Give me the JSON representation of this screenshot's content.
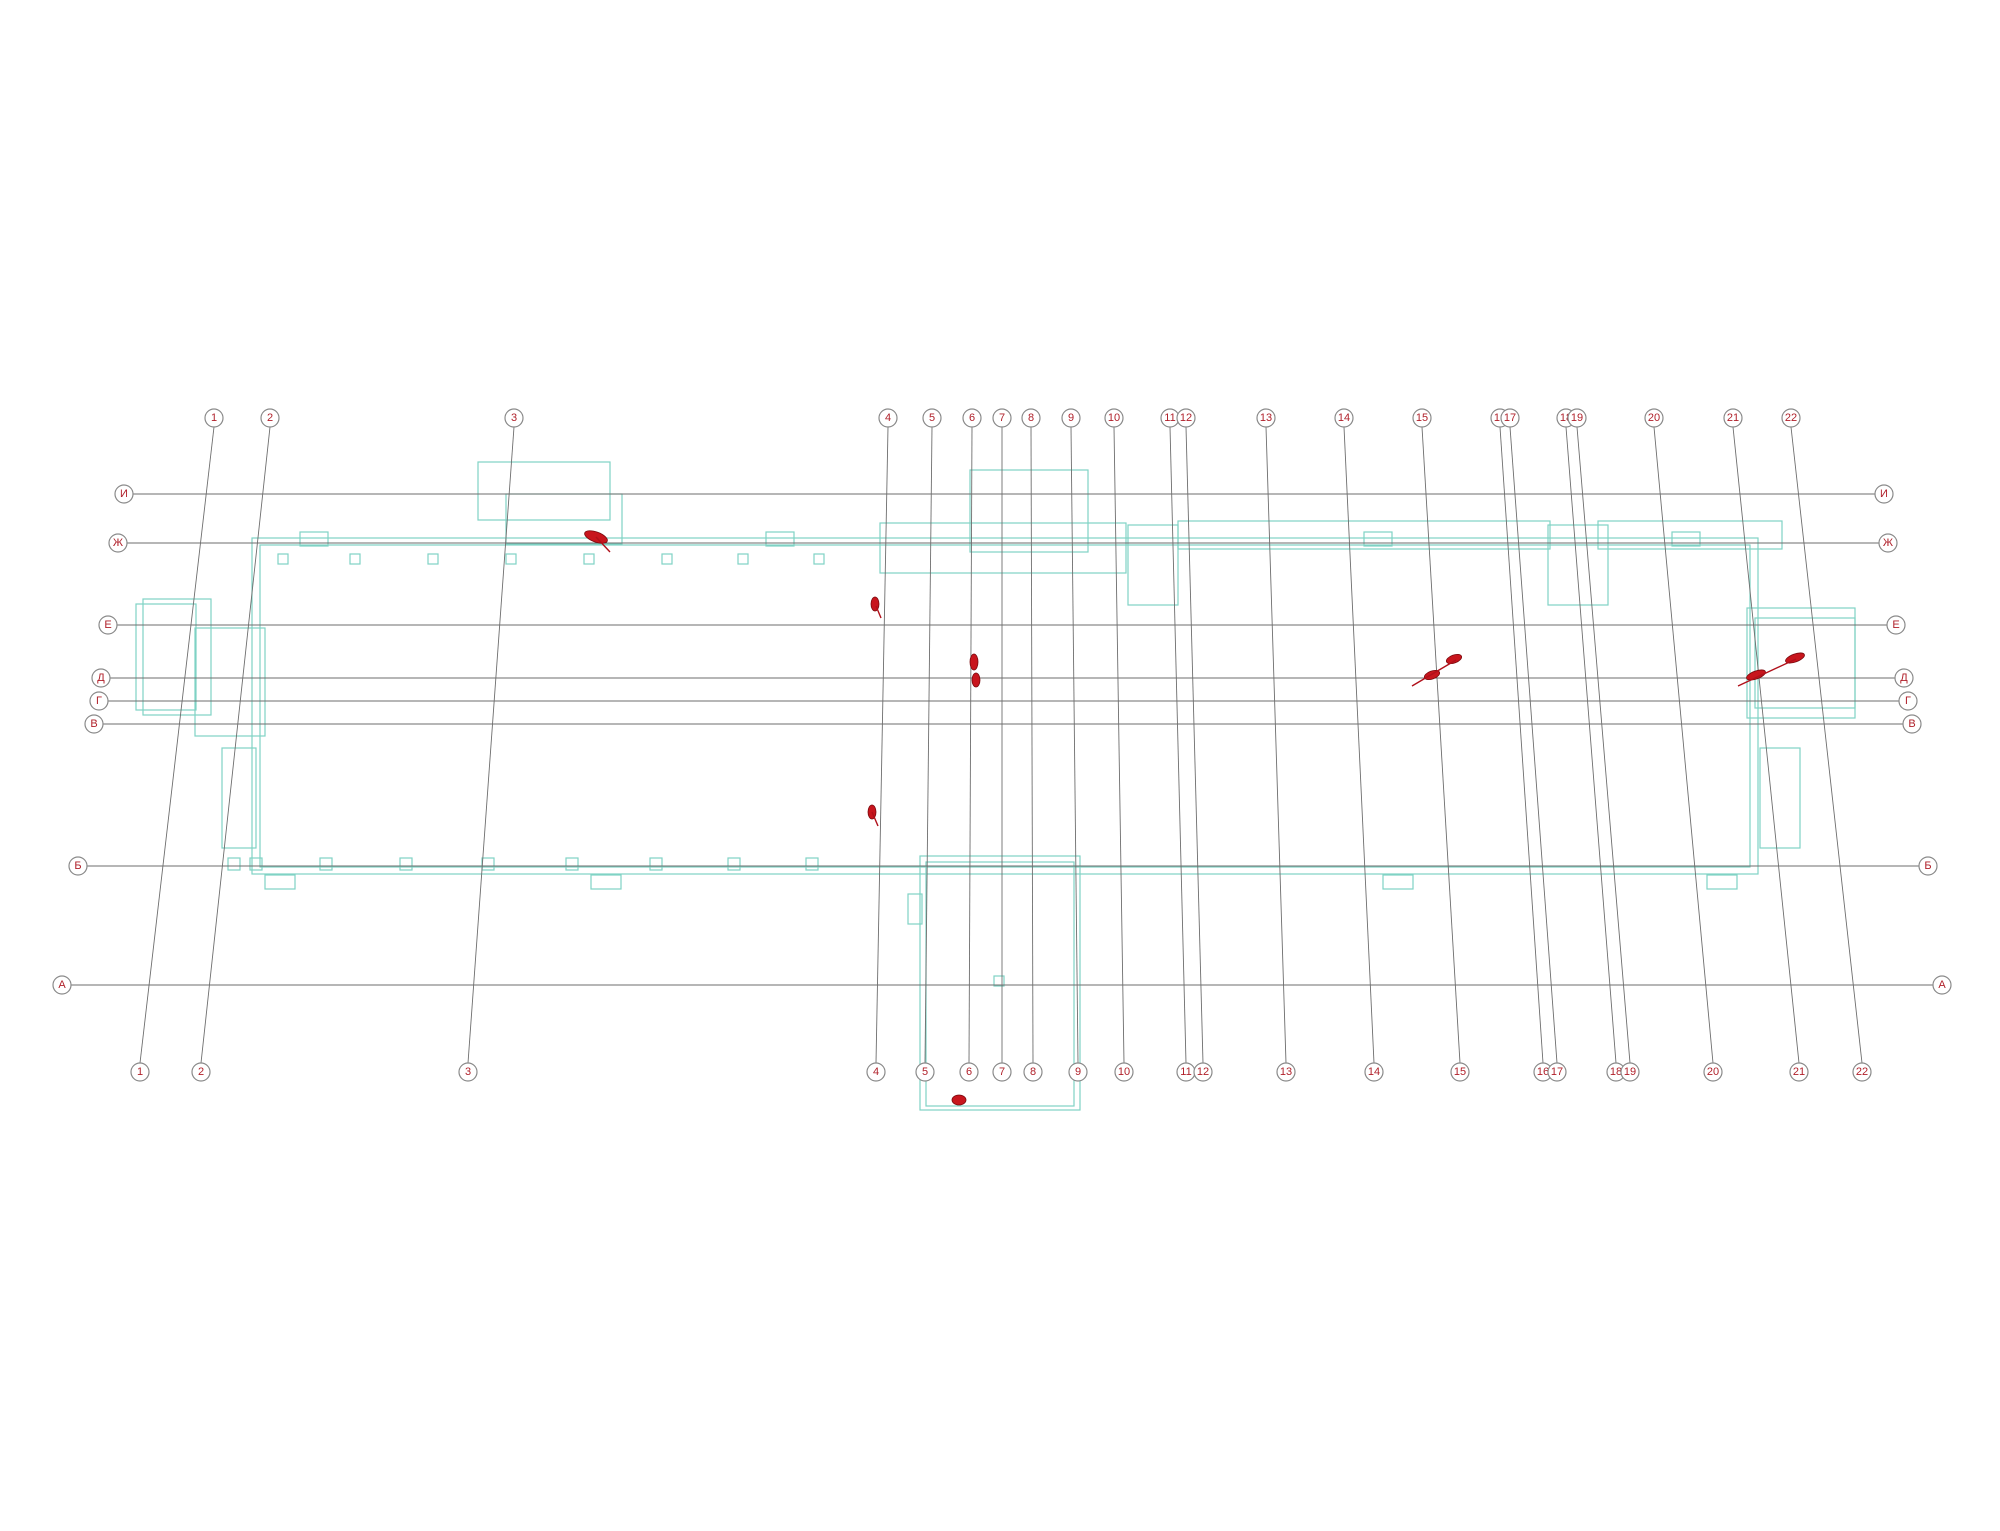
{
  "axes": {
    "vertical": [
      {
        "id": "ax-1",
        "label": "1"
      },
      {
        "id": "ax-2",
        "label": "2"
      },
      {
        "id": "ax-3",
        "label": "3"
      },
      {
        "id": "ax-4",
        "label": "4"
      },
      {
        "id": "ax-5",
        "label": "5"
      },
      {
        "id": "ax-6",
        "label": "6"
      },
      {
        "id": "ax-7",
        "label": "7"
      },
      {
        "id": "ax-8",
        "label": "8"
      },
      {
        "id": "ax-9",
        "label": "9"
      },
      {
        "id": "ax-10",
        "label": "10"
      },
      {
        "id": "ax-11",
        "label": "11"
      },
      {
        "id": "ax-12",
        "label": "12"
      },
      {
        "id": "ax-13",
        "label": "13"
      },
      {
        "id": "ax-14",
        "label": "14"
      },
      {
        "id": "ax-15",
        "label": "15"
      },
      {
        "id": "ax-16",
        "label": "16"
      },
      {
        "id": "ax-17",
        "label": "17"
      },
      {
        "id": "ax-18",
        "label": "18"
      },
      {
        "id": "ax-19",
        "label": "19"
      },
      {
        "id": "ax-20",
        "label": "20"
      },
      {
        "id": "ax-21",
        "label": "21"
      },
      {
        "id": "ax-22",
        "label": "22"
      }
    ],
    "horizontal": [
      {
        "id": "ax-I",
        "label": "И"
      },
      {
        "id": "ax-Zh",
        "label": "Ж"
      },
      {
        "id": "ax-E",
        "label": "Е"
      },
      {
        "id": "ax-D",
        "label": "Д"
      },
      {
        "id": "ax-G",
        "label": "Г"
      },
      {
        "id": "ax-V",
        "label": "В"
      },
      {
        "id": "ax-B",
        "label": "Б"
      },
      {
        "id": "ax-A",
        "label": "А"
      }
    ]
  },
  "colors": {
    "walls": "#7fd3c4",
    "axis_lines": "#6e6e6e",
    "axis_labels": "#b0202a",
    "markers": "#c8151d",
    "background": "#ffffff"
  }
}
